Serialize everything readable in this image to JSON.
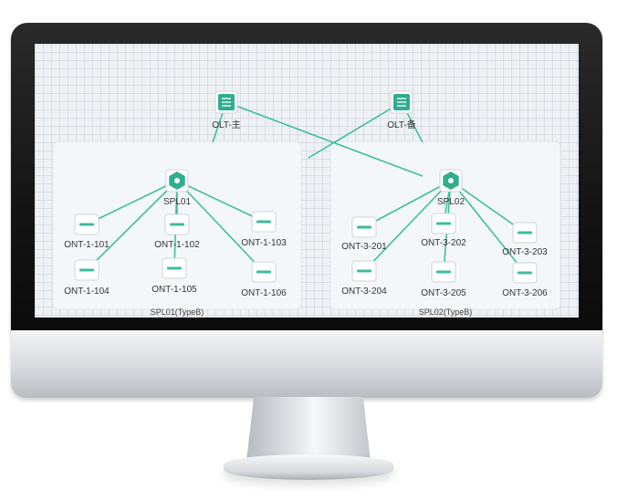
{
  "olts": [
    {
      "id": "olt1",
      "label": "OLT-主"
    },
    {
      "id": "olt2",
      "label": "OLT-备"
    }
  ],
  "groups": [
    {
      "id": "g1",
      "label": "SPL01(TypeB)",
      "splitter": {
        "label": "SPL01"
      },
      "onts": [
        "ONT-1-101",
        "ONT-1-102",
        "ONT-1-103",
        "ONT-1-104",
        "ONT-1-105",
        "ONT-1-106"
      ]
    },
    {
      "id": "g2",
      "label": "SPL02(TypeB)",
      "splitter": {
        "label": "SPL02"
      },
      "onts": [
        "ONT-3-201",
        "ONT-3-202",
        "ONT-3-203",
        "ONT-3-204",
        "ONT-3-205",
        "ONT-3-206"
      ]
    }
  ],
  "colors": {
    "link": "#3fbf9f",
    "olt_fill": "#2fae8e",
    "ont_fill": "#3dbc9b",
    "group_bg": "#f4f7f9",
    "group_border": "#dfe5ea"
  }
}
